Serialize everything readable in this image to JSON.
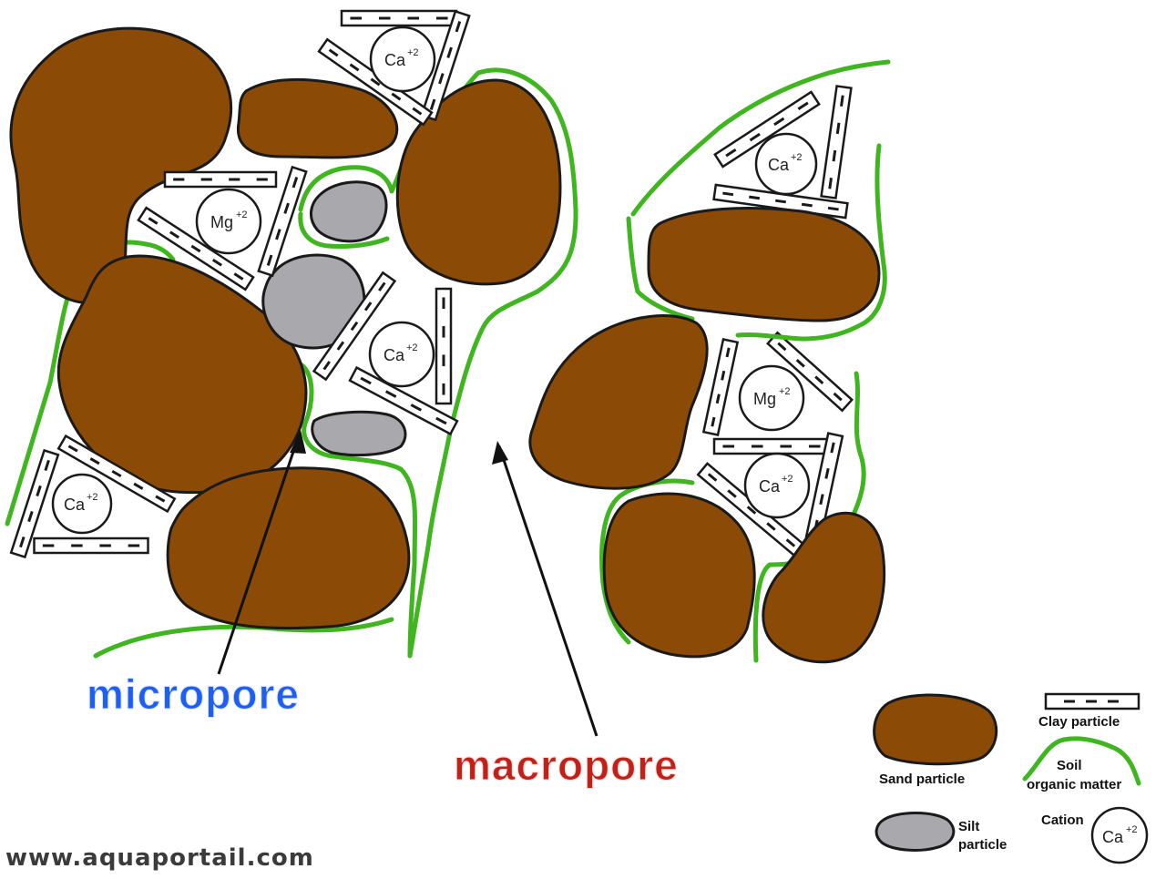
{
  "labels": {
    "micropore": "micropore",
    "macropore": "macropore"
  },
  "cations": [
    {
      "symbol": "Ca",
      "charge": "+2"
    },
    {
      "symbol": "Mg",
      "charge": "+2"
    },
    {
      "symbol": "Ca",
      "charge": "+2"
    },
    {
      "symbol": "Ca",
      "charge": "+2"
    },
    {
      "symbol": "Ca",
      "charge": "+2"
    },
    {
      "symbol": "Mg",
      "charge": "+2"
    },
    {
      "symbol": "Ca",
      "charge": "+2"
    }
  ],
  "legend": {
    "clay": "Clay particle",
    "sand": "Sand particle",
    "organic_1": "Soil",
    "organic_2": "organic matter",
    "silt_1": "Silt",
    "silt_2": "particle",
    "cation": "Cation",
    "cation_example": {
      "symbol": "Ca",
      "charge": "+2"
    }
  },
  "watermark": "www.aquaportail.com",
  "colors": {
    "sand": "#8b4a06",
    "silt": "#a8a8ad",
    "organic_matter": "#3fb51f",
    "micropore_label": "#1e5ef0",
    "macropore_label": "#c0221a"
  }
}
